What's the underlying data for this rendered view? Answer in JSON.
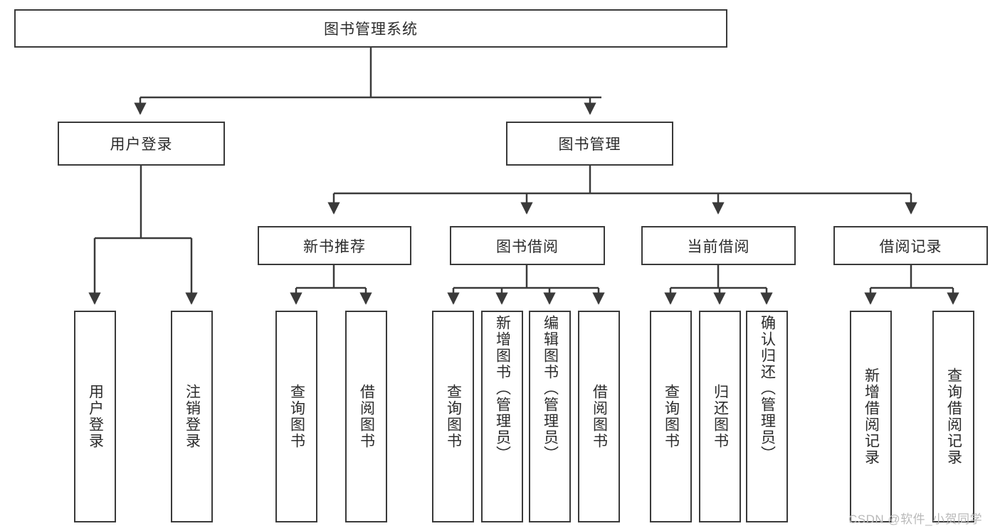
{
  "diagram": {
    "type": "tree",
    "title": "图书管理系统",
    "root": {
      "label": "图书管理系统"
    },
    "level1": [
      {
        "label": "用户登录"
      },
      {
        "label": "图书管理"
      }
    ],
    "level2": [
      {
        "label": "新书推荐"
      },
      {
        "label": "图书借阅"
      },
      {
        "label": "当前借阅"
      },
      {
        "label": "借阅记录"
      }
    ],
    "leaves": {
      "user_login": [
        {
          "label": "用户登录"
        },
        {
          "label": "注销登录"
        }
      ],
      "new_book_recommend": [
        {
          "label": "查询图书"
        },
        {
          "label": "借阅图书"
        }
      ],
      "book_borrow": [
        {
          "label": "查询图书"
        },
        {
          "label": "新增图书（管理员）"
        },
        {
          "label": "编辑图书（管理员）"
        },
        {
          "label": "借阅图书"
        }
      ],
      "current_borrow": [
        {
          "label": "查询图书"
        },
        {
          "label": "归还图书"
        },
        {
          "label": "确认归还（管理员）"
        }
      ],
      "borrow_record": [
        {
          "label": "新增借阅记录"
        },
        {
          "label": "查询借阅记录"
        }
      ]
    },
    "colors": {
      "stroke": "#3a3a3a",
      "text": "#2b2b2b",
      "background": "#ffffff",
      "watermark": "#b9b9b9"
    }
  },
  "watermark": {
    "text": "CSDN @软件_小贺同学"
  }
}
